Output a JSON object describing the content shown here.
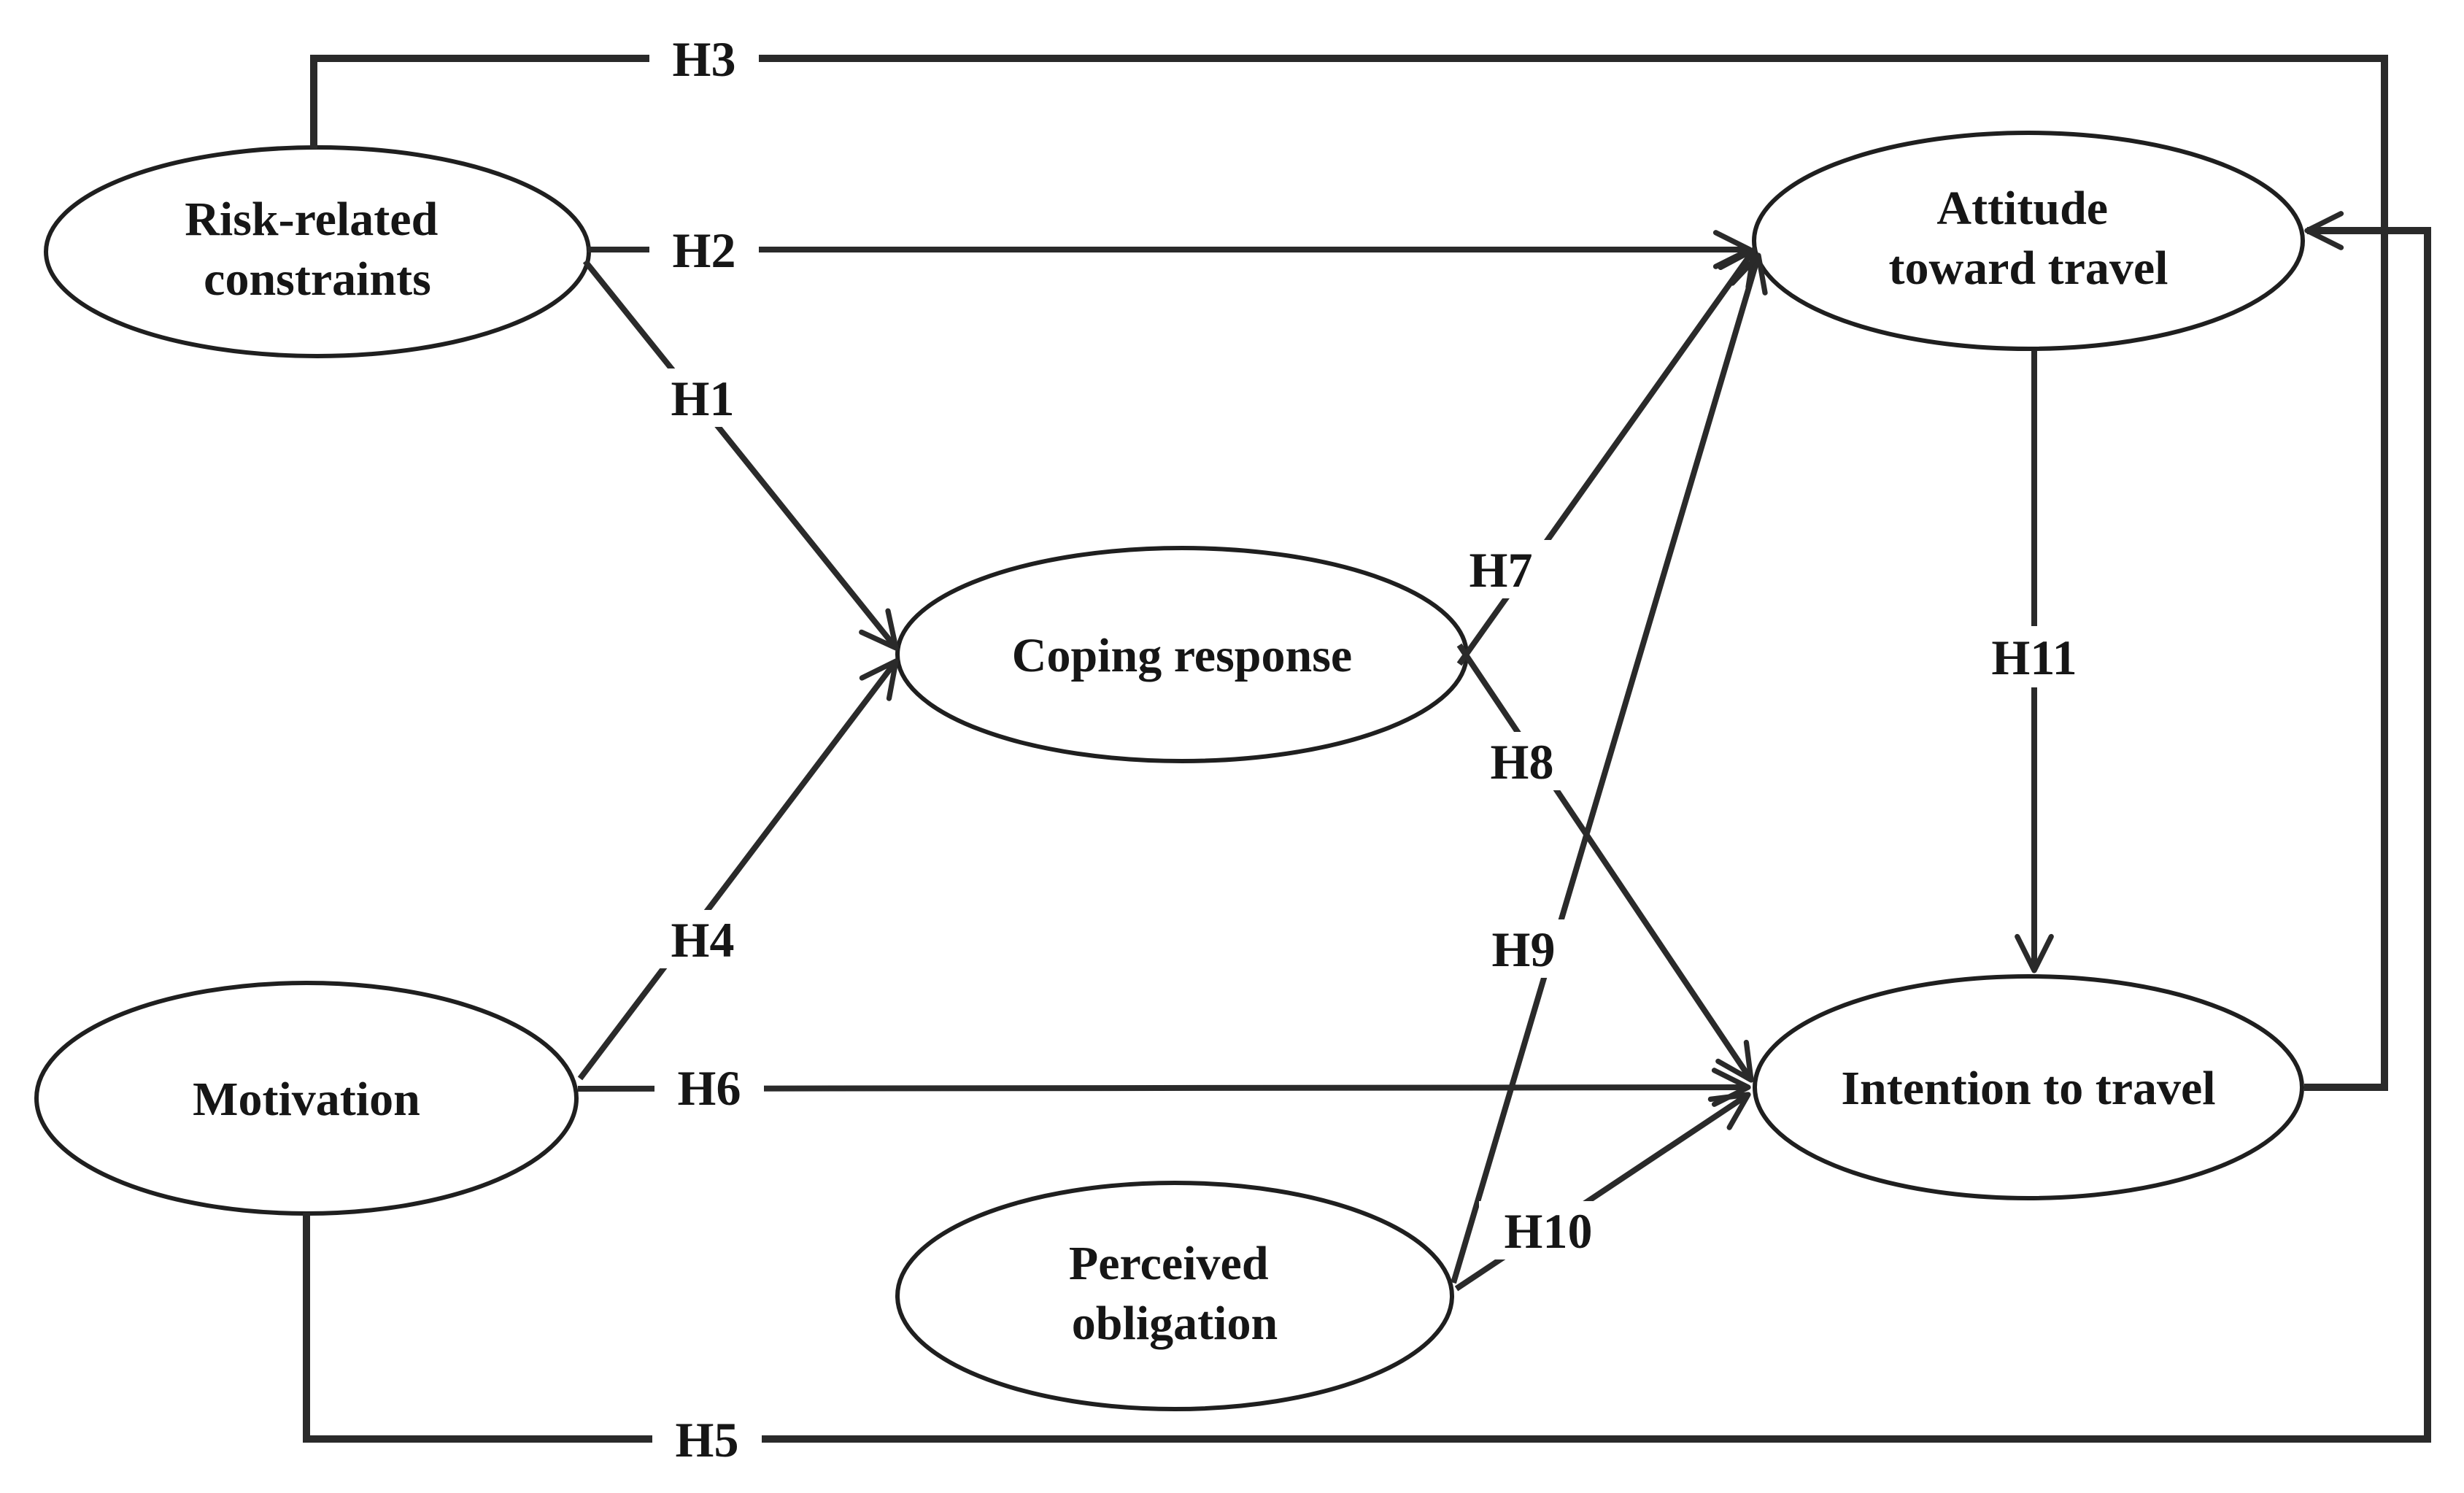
{
  "diagram": {
    "canvas": {
      "background": "#ffffff",
      "ink": "#2a2a2a"
    },
    "nodes": {
      "risk": {
        "label": "Risk-related constraints",
        "line1": "Risk-related",
        "line2": "constraints"
      },
      "attitude": {
        "label": "Attitude toward travel",
        "line1": "Attitude",
        "line2": "toward travel"
      },
      "coping": {
        "label": "Coping response"
      },
      "motivation": {
        "label": "Motivation"
      },
      "perceived": {
        "label": "Perceived obligation",
        "line1": "Perceived",
        "line2": "obligation"
      },
      "intention": {
        "label": "Intention to travel"
      }
    },
    "edges": {
      "h1": {
        "label": "H1",
        "from": "Risk-related constraints",
        "to": "Coping response"
      },
      "h2": {
        "label": "H2",
        "from": "Risk-related constraints",
        "to": "Attitude toward travel"
      },
      "h3": {
        "label": "H3",
        "from": "Risk-related constraints",
        "to": "Intention to travel"
      },
      "h4": {
        "label": "H4",
        "from": "Motivation",
        "to": "Coping response"
      },
      "h5": {
        "label": "H5",
        "from": "Motivation",
        "to": "Attitude toward travel"
      },
      "h6": {
        "label": "H6",
        "from": "Motivation",
        "to": "Intention to travel"
      },
      "h7": {
        "label": "H7",
        "from": "Coping response",
        "to": "Attitude toward travel"
      },
      "h8": {
        "label": "H8",
        "from": "Coping response",
        "to": "Intention to travel"
      },
      "h9": {
        "label": "H9",
        "from": "Perceived obligation",
        "to": "Attitude toward travel"
      },
      "h10": {
        "label": "H10",
        "from": "Perceived obligation",
        "to": "Intention to travel"
      },
      "h11": {
        "label": "H11",
        "from": "Attitude toward travel",
        "to": "Intention to travel"
      }
    }
  }
}
